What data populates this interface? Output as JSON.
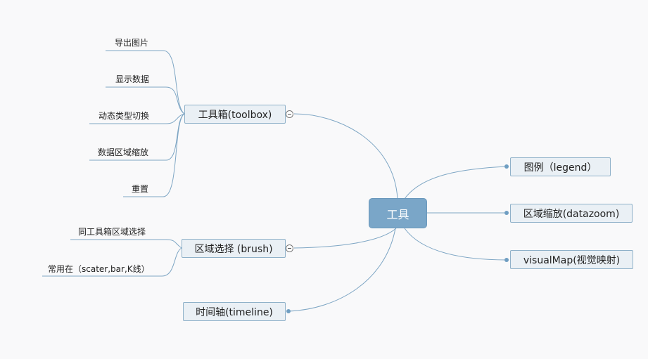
{
  "root": {
    "label": "工具"
  },
  "left_branches": {
    "toolbox": {
      "label": "工具箱(toolbox)",
      "children": [
        "导出图片",
        "显示数据",
        "动态类型切换",
        "数据区域缩放",
        "重置"
      ]
    },
    "brush": {
      "label": "区域选择 (brush)",
      "children": [
        "同工具箱区域选择",
        "常用在（scater,bar,K线）"
      ]
    },
    "timeline": {
      "label": "时间轴(timeline)"
    }
  },
  "right_branches": {
    "legend": {
      "label": "图例（legend）"
    },
    "datazoom": {
      "label": "区域缩放(datazoom)"
    },
    "visualmap": {
      "label": "visualMap(视觉映射)"
    }
  },
  "colors": {
    "background": "#f9f9fa",
    "line": "#7ea6c4",
    "root_fill": "#7aa6c8",
    "node_fill": "#eaf0f5",
    "node_border": "#8fb1c9"
  }
}
